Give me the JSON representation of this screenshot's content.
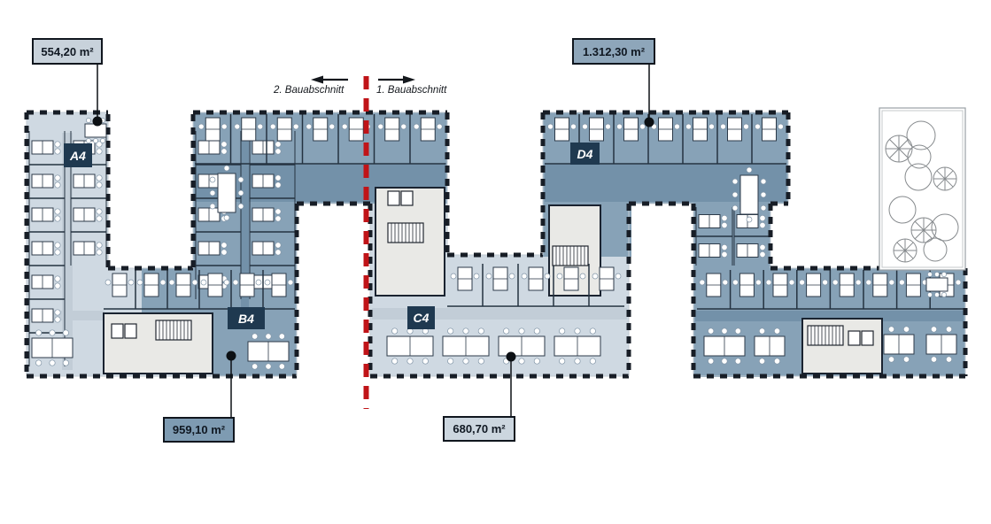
{
  "plan": {
    "phase_labels": {
      "left": "2. Bauabschnitt",
      "right": "1. Bauabschnitt"
    },
    "sections": [
      {
        "label": "A4",
        "area": "554,20 m²"
      },
      {
        "label": "B4",
        "area": "959,10 m²"
      },
      {
        "label": "C4",
        "area": "680,70 m²"
      },
      {
        "label": "D4",
        "area": "1.312,30 m²"
      }
    ],
    "colors": {
      "area_light": "#cfd9e2",
      "area_medium": "#87a2b7",
      "corridor_light": "#c2cdd7",
      "corridor_medium": "#7391a9",
      "core_gray": "#e9e9e6",
      "label_navy": "#1f3950",
      "phase_red": "#c01418",
      "wall_dark": "#171d26",
      "callout_a4": "#c8d2db",
      "callout_b4": "#7e9bb2",
      "callout_c4": "#ccd6df",
      "callout_d4": "#8ea6ba"
    }
  }
}
